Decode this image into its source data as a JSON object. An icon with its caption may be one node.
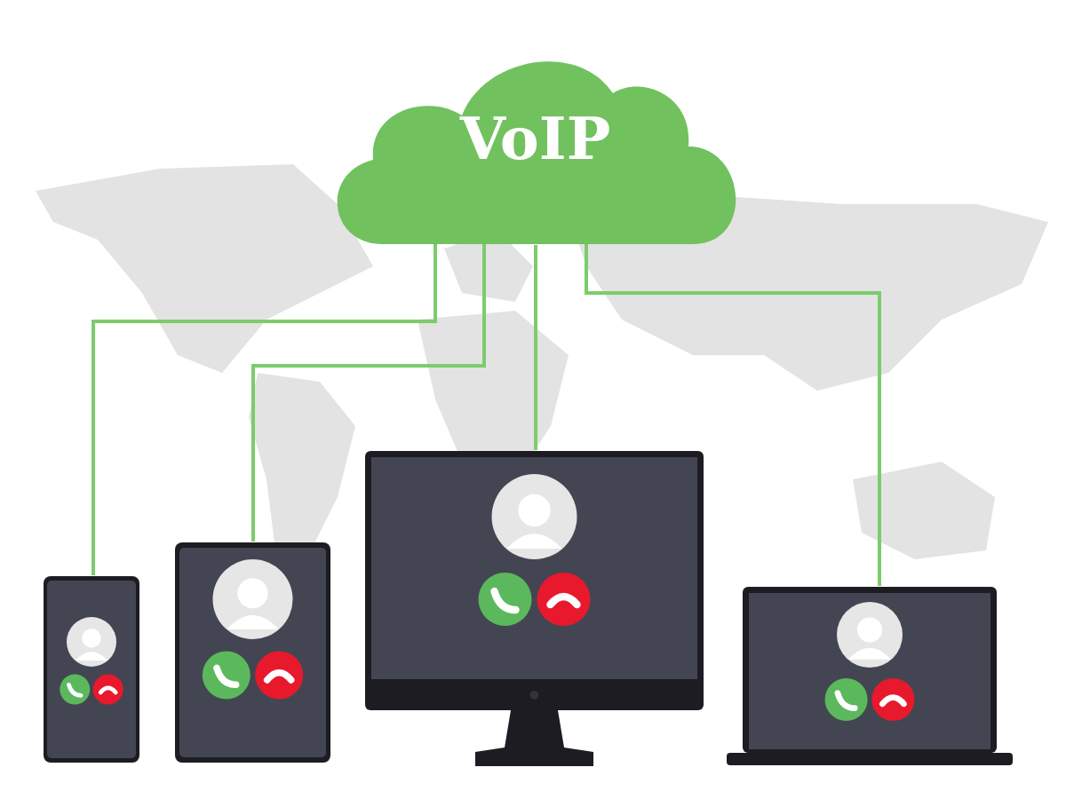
{
  "diagram": {
    "nodes": [
      {
        "text": [
          "VoIP"
        ]
      },
      {
        "text": [],
        "shape": "picture"
      },
      {
        "text": [],
        "shape": "picture"
      },
      {
        "text": [],
        "shape": "picture"
      },
      {
        "text": [],
        "shape": "picture"
      }
    ],
    "edges": [
      {
        "from": 0,
        "to": 1,
        "arrow": "none"
      },
      {
        "from": 0,
        "to": 2,
        "arrow": "none"
      },
      {
        "from": 0,
        "to": 3,
        "arrow": "none"
      },
      {
        "from": 0,
        "to": 4,
        "arrow": "none"
      }
    ]
  }
}
